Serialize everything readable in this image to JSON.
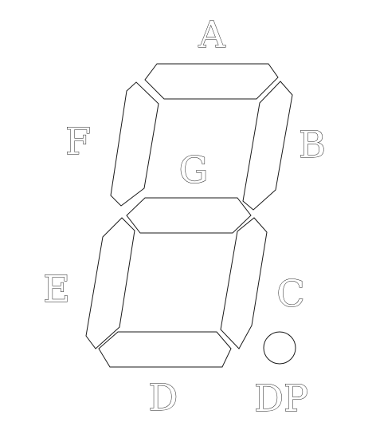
{
  "display": {
    "segments": [
      {
        "id": "A",
        "label": "A"
      },
      {
        "id": "B",
        "label": "B"
      },
      {
        "id": "C",
        "label": "C"
      },
      {
        "id": "D",
        "label": "D"
      },
      {
        "id": "E",
        "label": "E"
      },
      {
        "id": "F",
        "label": "F"
      },
      {
        "id": "G",
        "label": "G"
      },
      {
        "id": "DP",
        "label": "DP"
      }
    ]
  }
}
